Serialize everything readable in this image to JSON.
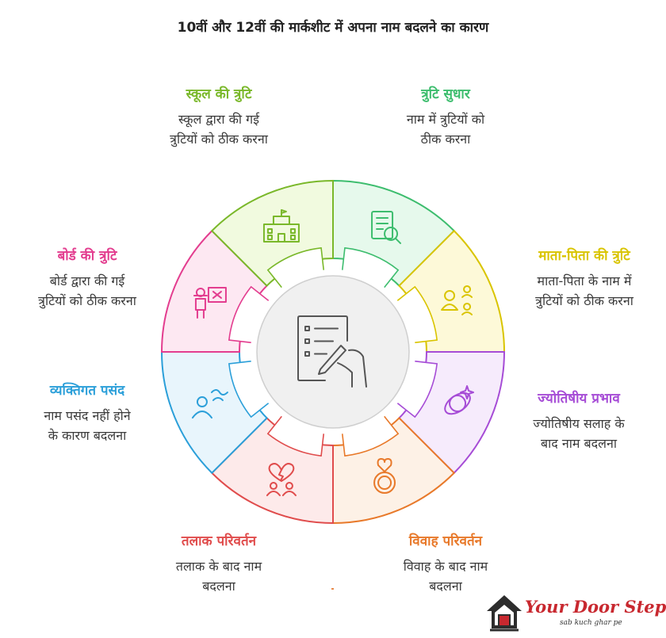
{
  "title": "10वीं और 12वीं की मार्कशीट में अपना नाम बदलने का कारण",
  "segments": [
    {
      "heading": "त्रुटि सुधार",
      "description": [
        "नाम में त्रुटियों को",
        "ठीक करना"
      ],
      "color": "#3dbd6e",
      "fill": "#e6f9ec",
      "icon": "document-search-icon"
    },
    {
      "heading": "माता-पिता की त्रुटि",
      "description": [
        "माता-पिता के नाम में",
        "त्रुटियों को ठीक करना"
      ],
      "color": "#d9c400",
      "fill": "#fdf9d8",
      "icon": "family-icon"
    },
    {
      "heading": "ज्योतिषीय प्रभाव",
      "description": [
        "ज्योतिषीय सलाह के",
        "बाद नाम बदलना"
      ],
      "color": "#a64cd6",
      "fill": "#f6ebfc",
      "icon": "astrology-icon"
    },
    {
      "heading": "विवाह परिवर्तन",
      "description": [
        "विवाह के बाद नाम",
        "बदलना"
      ],
      "color": "#e8792a",
      "fill": "#fdf1e6",
      "icon": "ring-icon"
    },
    {
      "heading": "तलाक परिवर्तन",
      "description": [
        "तलाक के बाद नाम",
        "बदलना"
      ],
      "color": "#e04c4c",
      "fill": "#fdeaea",
      "icon": "broken-heart-icon"
    },
    {
      "heading": "व्यक्तिगत पसंद",
      "description": [
        "नाम पसंद नहीं होने",
        "के कारण बदलना"
      ],
      "color": "#2b9fd9",
      "fill": "#e8f5fc",
      "icon": "person-choice-icon"
    },
    {
      "heading": "बोर्ड की त्रुटि",
      "description": [
        "बोर्ड द्वारा की गई",
        "त्रुटियों को ठीक करना"
      ],
      "color": "#e33d8f",
      "fill": "#fde8f2",
      "icon": "board-error-icon"
    },
    {
      "heading": "स्कूल की त्रुटि",
      "description": [
        "स्कूल द्वारा की गई",
        "त्रुटियों को ठीक करना"
      ],
      "color": "#7ab82a",
      "fill": "#f1fadf",
      "icon": "school-icon"
    }
  ],
  "center_icon": "document-edit-icon",
  "logo": {
    "name": "Your Door Step",
    "tagline": "sab kuch ghar pe",
    "brand_color": "#c8282f"
  }
}
